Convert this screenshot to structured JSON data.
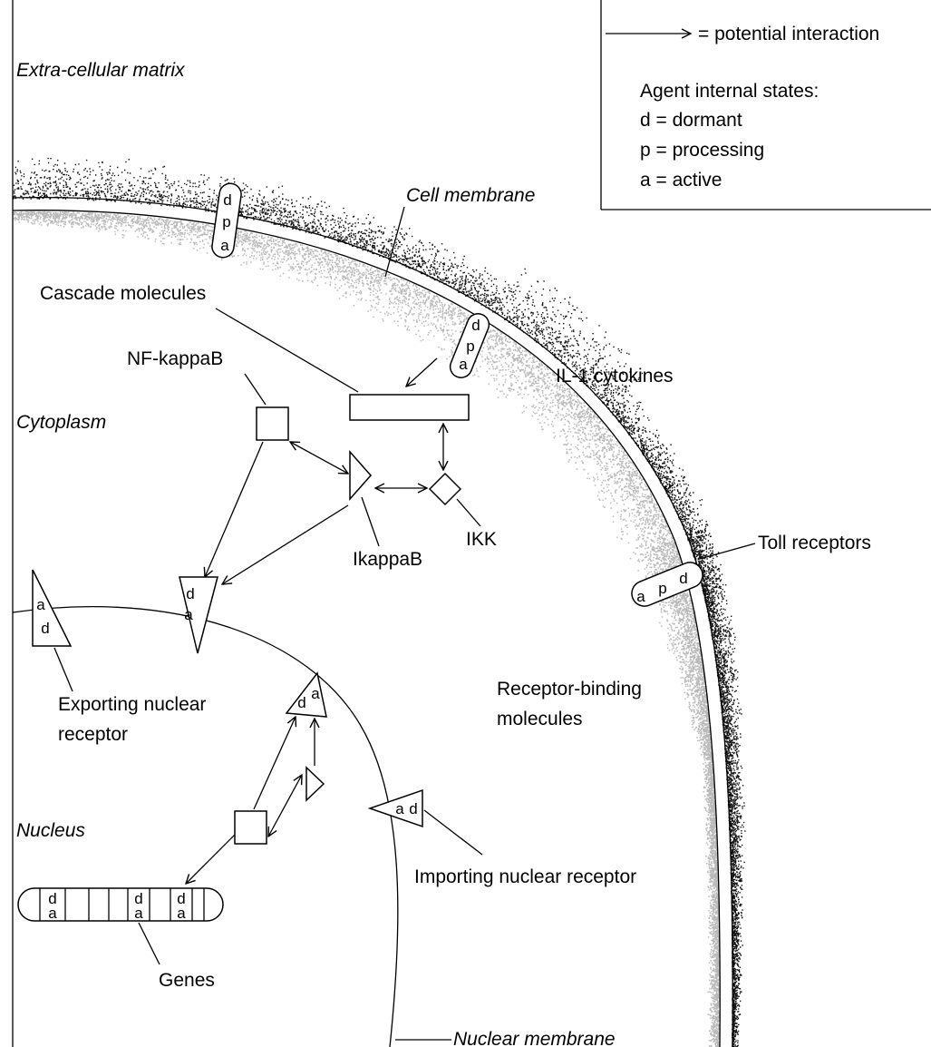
{
  "legend": {
    "arrow_text": "= potential interaction",
    "states_title": "Agent internal states:",
    "state_d": "d = dormant",
    "state_p": "p = processing",
    "state_a": "a = active"
  },
  "regions": {
    "extracellular": "Extra-cellular matrix",
    "cytoplasm": "Cytoplasm",
    "nucleus": "Nucleus",
    "cell_membrane": "Cell membrane",
    "nuclear_membrane": "Nuclear membrane"
  },
  "labels": {
    "cascade": "Cascade molecules",
    "nfkappab": "NF-kappaB",
    "il1": "IL-1 cytokines",
    "ikappab": "IkappaB",
    "ikk": "IKK",
    "toll": "Toll receptors",
    "receptor_binding_1": "Receptor-binding",
    "receptor_binding_2": "molecules",
    "exporting_1": "Exporting nuclear",
    "exporting_2": "receptor",
    "importing": "Importing nuclear receptor",
    "genes": "Genes"
  },
  "state_letters": {
    "d": "d",
    "p": "p",
    "a": "a"
  },
  "colors": {
    "ink": "#000000",
    "membrane_stipple": "#b9b9b9",
    "cytokine_stipple": "#111111"
  }
}
